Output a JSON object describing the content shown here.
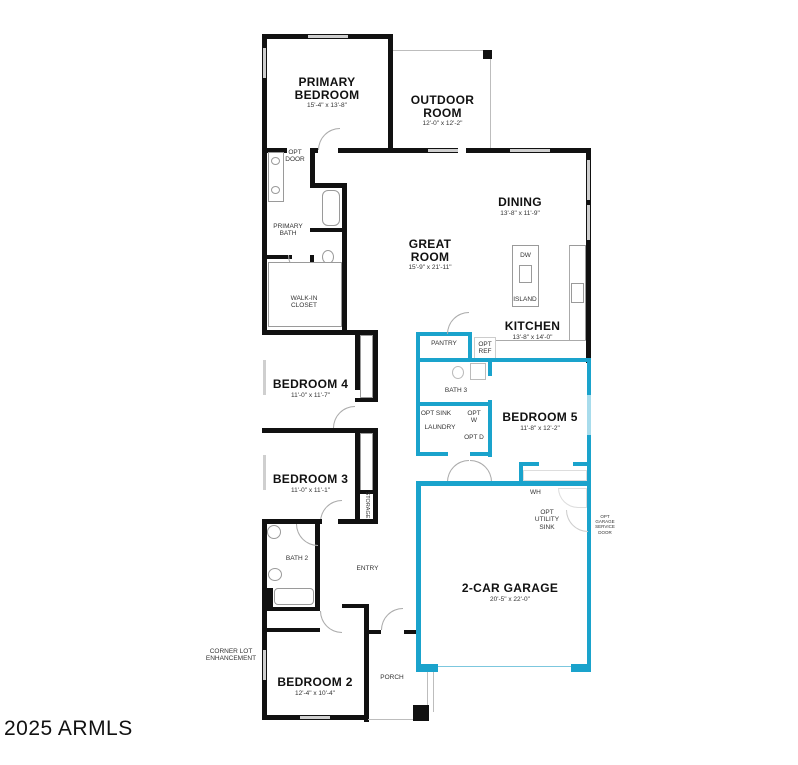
{
  "plan": {
    "rooms": [
      {
        "id": "primary-bedroom",
        "name": "PRIMARY BEDROOM",
        "dims": "15'-4\" x 13'-8\""
      },
      {
        "id": "outdoor-room",
        "name": "OUTDOOR ROOM",
        "dims": "12'-0\" x 12'-2\""
      },
      {
        "id": "dining",
        "name": "DINING",
        "dims": "13'-8\" x 11'-9\""
      },
      {
        "id": "great-room",
        "name": "GREAT ROOM",
        "dims": "15'-9\" x 21'-11\""
      },
      {
        "id": "kitchen",
        "name": "KITCHEN",
        "dims": "13'-8\" x 14'-0\""
      },
      {
        "id": "bedroom-4",
        "name": "BEDROOM 4",
        "dims": "11'-0\" x 11'-7\""
      },
      {
        "id": "bedroom-5",
        "name": "BEDROOM 5",
        "dims": "11'-8\" x 12'-2\""
      },
      {
        "id": "bedroom-3",
        "name": "BEDROOM 3",
        "dims": "11'-0\" x 11'-1\""
      },
      {
        "id": "garage",
        "name": "2-CAR GARAGE",
        "dims": "20'-5\" x 22'-0\""
      },
      {
        "id": "bedroom-2",
        "name": "BEDROOM 2",
        "dims": "12'-4\" x 10'-4\""
      }
    ],
    "labels": {
      "opt_door": "OPT DOOR",
      "primary_bath": "PRIMARY BATH",
      "walk_in_closet": "WALK-IN CLOSET",
      "dw": "DW",
      "island": "ISLAND",
      "pantry": "PANTRY",
      "opt_ref": "OPT REF",
      "bath3": "BATH 3",
      "opt_sink": "OPT SINK",
      "laundry": "LAUNDRY",
      "opt_w": "OPT W",
      "opt_d": "OPT D",
      "wh": "WH",
      "opt_utility_sink": "OPT UTILITY SINK",
      "opt_garage_service_door": "OPT GARAGE SERVICE DOOR",
      "storage": "STORAGE",
      "bath2": "BATH 2",
      "entry": "ENTRY",
      "corner_lot": "CORNER LOT ENHANCEMENT",
      "porch": "PORCH"
    },
    "colors": {
      "walls": "#111111",
      "optional_highlight": "#1aa3cc"
    }
  },
  "watermark": "2025 ARMLS"
}
